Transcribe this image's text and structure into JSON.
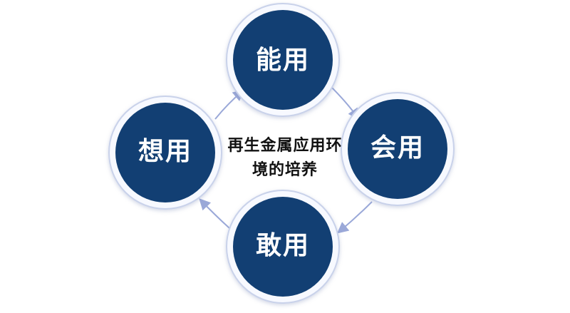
{
  "diagram": {
    "nodes": {
      "top": "能用",
      "right": "会用",
      "bottom": "敢用",
      "left": "想用"
    },
    "center": {
      "line1": "再生金属应用环",
      "line2": "境的培养"
    },
    "colors": {
      "node_fill": "#123f73",
      "node_ring": "#c9d2ea",
      "arrow": "#9aa8d8",
      "center_text": "#111111"
    }
  }
}
